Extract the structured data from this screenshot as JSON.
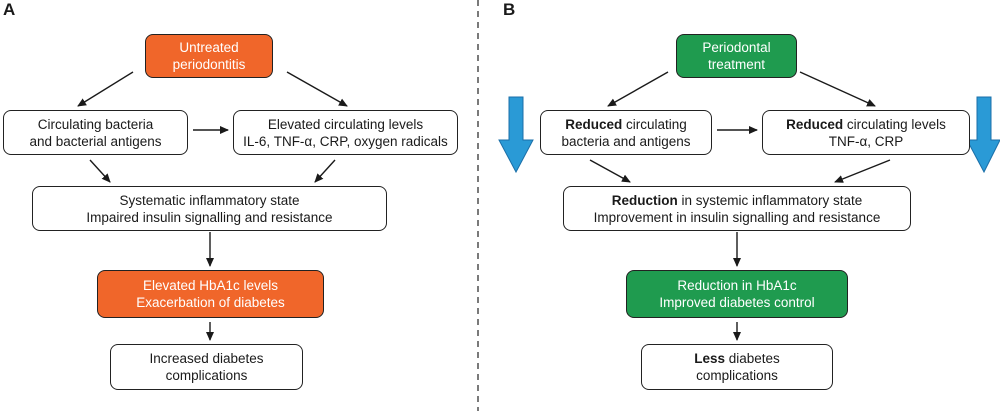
{
  "panel_a": {
    "label": "A",
    "untreated": {
      "line1": "Untreated",
      "line2": "periodontitis"
    },
    "bacteria": {
      "line1": "Circulating bacteria",
      "line2": "and bacterial antigens"
    },
    "levels": {
      "line1": "Elevated circulating levels",
      "line2": "IL-6, TNF-α, CRP, oxygen radicals"
    },
    "systemic": {
      "line1": "Systematic inflammatory state",
      "line2": "Impaired insulin signalling and resistance"
    },
    "hba1c": {
      "line1": "Elevated HbA1c levels",
      "line2": "Exacerbation of diabetes"
    },
    "complications": {
      "line1": "Increased diabetes",
      "line2": "complications"
    }
  },
  "panel_b": {
    "label": "B",
    "treatment": {
      "line1": "Periodontal",
      "line2": "treatment"
    },
    "bacteria": {
      "bold": "Reduced",
      "line1_rest": " circulating",
      "line2": "bacteria and antigens"
    },
    "levels": {
      "bold": "Reduced",
      "line1_rest": " circulating levels",
      "line2": "TNF-α, CRP"
    },
    "systemic": {
      "bold": "Reduction",
      "line1_rest": " in systemic inflammatory state",
      "line2": "Improvement in insulin signalling and resistance"
    },
    "hba1c": {
      "line1": "Reduction in HbA1c",
      "line2": "Improved diabetes control"
    },
    "complications": {
      "bold": "Less",
      "line1_rest": " diabetes",
      "line2": "complications"
    }
  },
  "colors": {
    "orange": "#f0662a",
    "green": "#1f9b4f",
    "blue_arrow": "#2a9ad6"
  }
}
